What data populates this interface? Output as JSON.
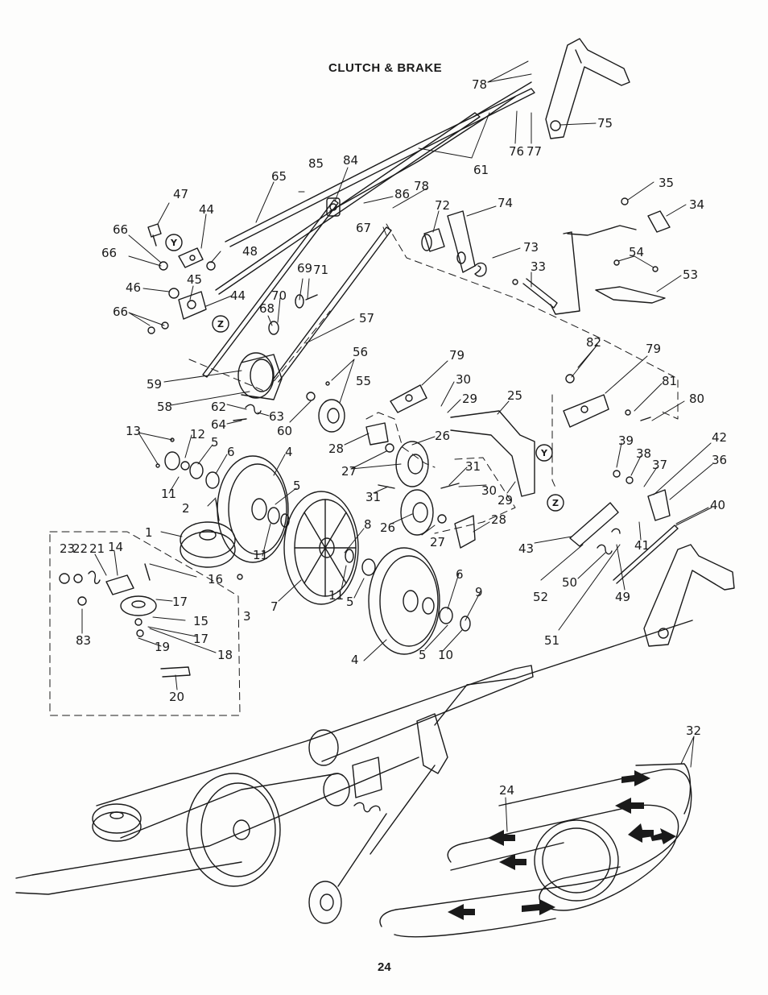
{
  "title": "CLUTCH & BRAKE",
  "page_number": "24",
  "colors": {
    "ink": "#1a1a1a",
    "paper": "#fdfdfc"
  },
  "callouts": [
    {
      "id": "78a",
      "label": "78"
    },
    {
      "id": "75",
      "label": "75"
    },
    {
      "id": "76",
      "label": "76"
    },
    {
      "id": "77",
      "label": "77"
    },
    {
      "id": "61",
      "label": "61"
    },
    {
      "id": "85",
      "label": "85"
    },
    {
      "id": "84",
      "label": "84"
    },
    {
      "id": "65",
      "label": "65"
    },
    {
      "id": "47",
      "label": "47"
    },
    {
      "id": "44a",
      "label": "44"
    },
    {
      "id": "66a",
      "label": "66"
    },
    {
      "id": "66b",
      "label": "66"
    },
    {
      "id": "48",
      "label": "48"
    },
    {
      "id": "46",
      "label": "46"
    },
    {
      "id": "45",
      "label": "45"
    },
    {
      "id": "44b",
      "label": "44"
    },
    {
      "id": "66c",
      "label": "66"
    },
    {
      "id": "86",
      "label": "86"
    },
    {
      "id": "78b",
      "label": "78"
    },
    {
      "id": "72",
      "label": "72"
    },
    {
      "id": "74",
      "label": "74"
    },
    {
      "id": "67",
      "label": "67"
    },
    {
      "id": "73",
      "label": "73"
    },
    {
      "id": "33",
      "label": "33"
    },
    {
      "id": "35",
      "label": "35"
    },
    {
      "id": "34",
      "label": "34"
    },
    {
      "id": "54",
      "label": "54"
    },
    {
      "id": "53",
      "label": "53"
    },
    {
      "id": "69",
      "label": "69"
    },
    {
      "id": "71",
      "label": "71"
    },
    {
      "id": "70",
      "label": "70"
    },
    {
      "id": "68",
      "label": "68"
    },
    {
      "id": "57",
      "label": "57"
    },
    {
      "id": "56",
      "label": "56"
    },
    {
      "id": "55",
      "label": "55"
    },
    {
      "id": "59",
      "label": "59"
    },
    {
      "id": "58",
      "label": "58"
    },
    {
      "id": "62",
      "label": "62"
    },
    {
      "id": "63",
      "label": "63"
    },
    {
      "id": "64",
      "label": "64"
    },
    {
      "id": "60",
      "label": "60"
    },
    {
      "id": "79a",
      "label": "79"
    },
    {
      "id": "30a",
      "label": "30"
    },
    {
      "id": "29a",
      "label": "29"
    },
    {
      "id": "25",
      "label": "25"
    },
    {
      "id": "82",
      "label": "82"
    },
    {
      "id": "79b",
      "label": "79"
    },
    {
      "id": "81",
      "label": "81"
    },
    {
      "id": "80",
      "label": "80"
    },
    {
      "id": "13",
      "label": "13"
    },
    {
      "id": "12",
      "label": "12"
    },
    {
      "id": "5a",
      "label": "5"
    },
    {
      "id": "6a",
      "label": "6"
    },
    {
      "id": "4a",
      "label": "4"
    },
    {
      "id": "28a",
      "label": "28"
    },
    {
      "id": "26a",
      "label": "26"
    },
    {
      "id": "27a",
      "label": "27"
    },
    {
      "id": "11a",
      "label": "11"
    },
    {
      "id": "5b",
      "label": "5"
    },
    {
      "id": "31a",
      "label": "31"
    },
    {
      "id": "31b",
      "label": "31"
    },
    {
      "id": "30b",
      "label": "30"
    },
    {
      "id": "29b",
      "label": "29"
    },
    {
      "id": "39",
      "label": "39"
    },
    {
      "id": "38",
      "label": "38"
    },
    {
      "id": "37",
      "label": "37"
    },
    {
      "id": "42",
      "label": "42"
    },
    {
      "id": "36",
      "label": "36"
    },
    {
      "id": "2",
      "label": "2"
    },
    {
      "id": "1",
      "label": "1"
    },
    {
      "id": "8",
      "label": "8"
    },
    {
      "id": "26b",
      "label": "26"
    },
    {
      "id": "27b",
      "label": "27"
    },
    {
      "id": "28b",
      "label": "28"
    },
    {
      "id": "43",
      "label": "43"
    },
    {
      "id": "40",
      "label": "40"
    },
    {
      "id": "41",
      "label": "41"
    },
    {
      "id": "23",
      "label": "23"
    },
    {
      "id": "22",
      "label": "22"
    },
    {
      "id": "21",
      "label": "21"
    },
    {
      "id": "14",
      "label": "14"
    },
    {
      "id": "16",
      "label": "16"
    },
    {
      "id": "11b",
      "label": "11"
    },
    {
      "id": "3",
      "label": "3"
    },
    {
      "id": "7",
      "label": "7"
    },
    {
      "id": "11c",
      "label": "11"
    },
    {
      "id": "5c",
      "label": "5"
    },
    {
      "id": "6b",
      "label": "6"
    },
    {
      "id": "9",
      "label": "9"
    },
    {
      "id": "52",
      "label": "52"
    },
    {
      "id": "50",
      "label": "50"
    },
    {
      "id": "49",
      "label": "49"
    },
    {
      "id": "83",
      "label": "83"
    },
    {
      "id": "17a",
      "label": "17"
    },
    {
      "id": "15",
      "label": "15"
    },
    {
      "id": "17b",
      "label": "17"
    },
    {
      "id": "19",
      "label": "19"
    },
    {
      "id": "18",
      "label": "18"
    },
    {
      "id": "4b",
      "label": "4"
    },
    {
      "id": "5d",
      "label": "5"
    },
    {
      "id": "10",
      "label": "10"
    },
    {
      "id": "51",
      "label": "51"
    },
    {
      "id": "20",
      "label": "20"
    },
    {
      "id": "32",
      "label": "32"
    },
    {
      "id": "24",
      "label": "24"
    }
  ],
  "circle_markers": [
    {
      "id": "y1",
      "label": "Y"
    },
    {
      "id": "z1",
      "label": "Z"
    },
    {
      "id": "y2",
      "label": "Y"
    },
    {
      "id": "z2",
      "label": "Z"
    }
  ]
}
